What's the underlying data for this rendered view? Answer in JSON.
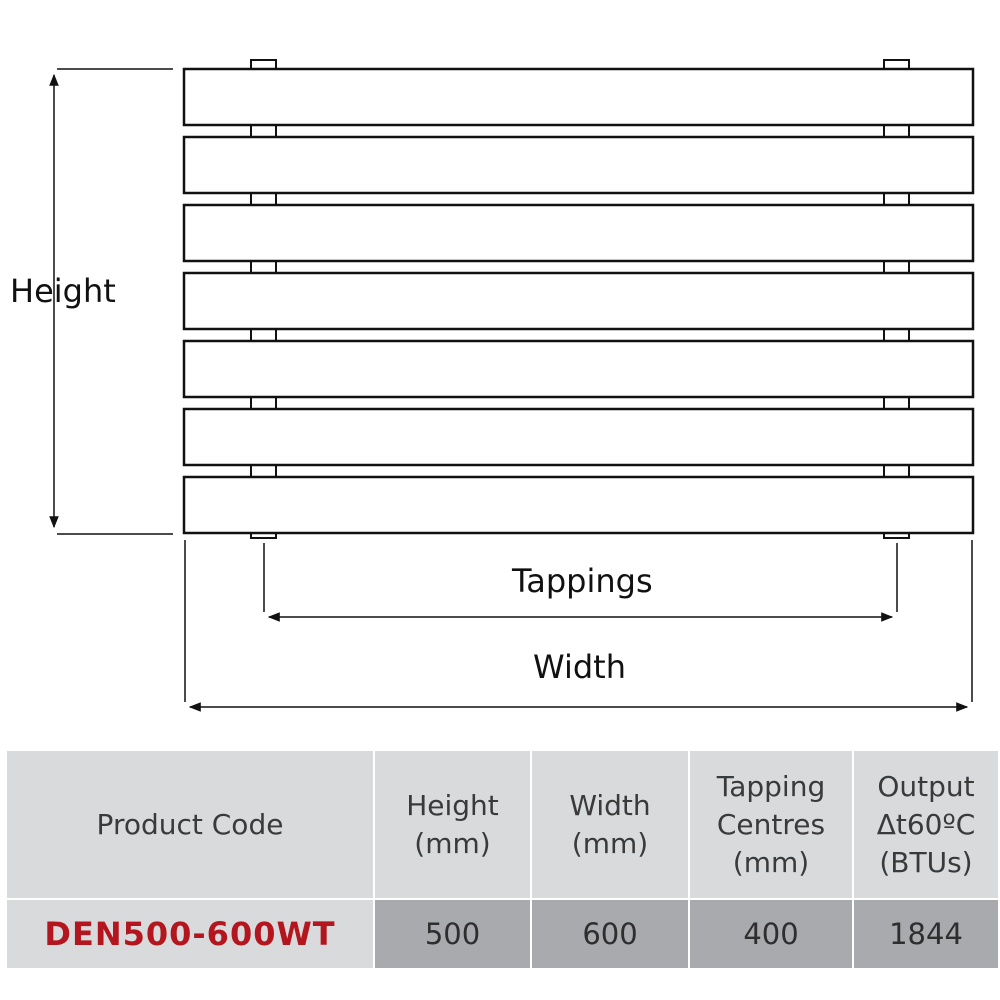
{
  "diagram": {
    "height_label": "Height",
    "tappings_label": "Tappings",
    "width_label": "Width"
  },
  "table": {
    "headers": {
      "product_code": "Product Code",
      "height": "Height\n(mm)",
      "width": "Width\n(mm)",
      "tapping": "Tapping\nCentres\n(mm)",
      "output": "Output\nΔt60ºC\n(BTUs)"
    },
    "row": {
      "product_code": "DEN500-600WT",
      "height": "500",
      "width": "600",
      "tapping": "400",
      "output": "1844"
    }
  },
  "colors": {
    "product_code_red": "#b3161e",
    "header_bg": "#d9dadc",
    "value_bg": "#a9aaad"
  }
}
